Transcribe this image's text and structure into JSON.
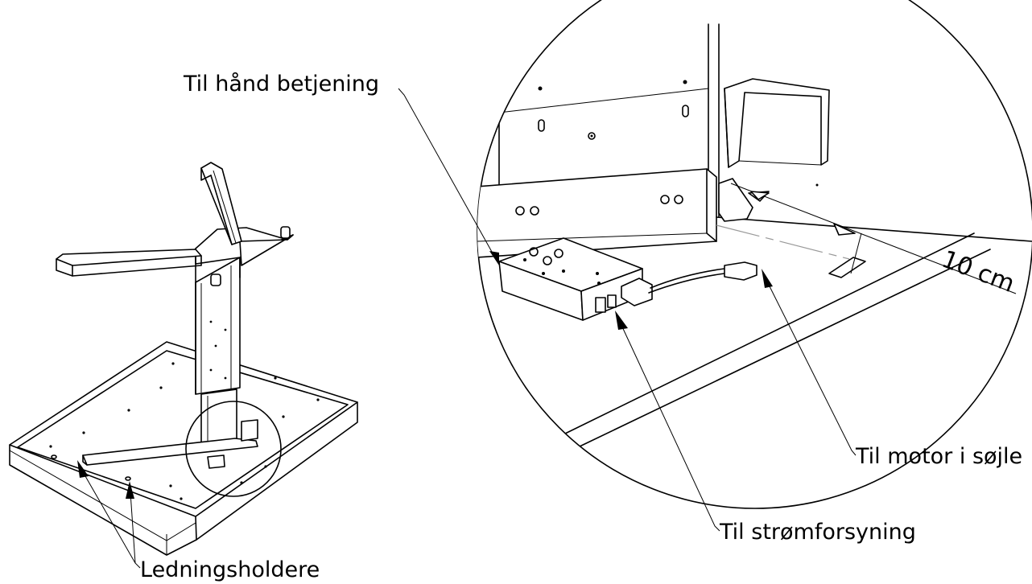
{
  "labels": {
    "hand_control": "Til hånd betjening",
    "dimension": "10 cm",
    "motor": "Til motor i søjle",
    "power": "Til strømforsyning",
    "cable_holders": "Ledningsholdere"
  },
  "colors": {
    "line": "#000000",
    "background": "#ffffff",
    "shade": "#e8e8e8"
  }
}
